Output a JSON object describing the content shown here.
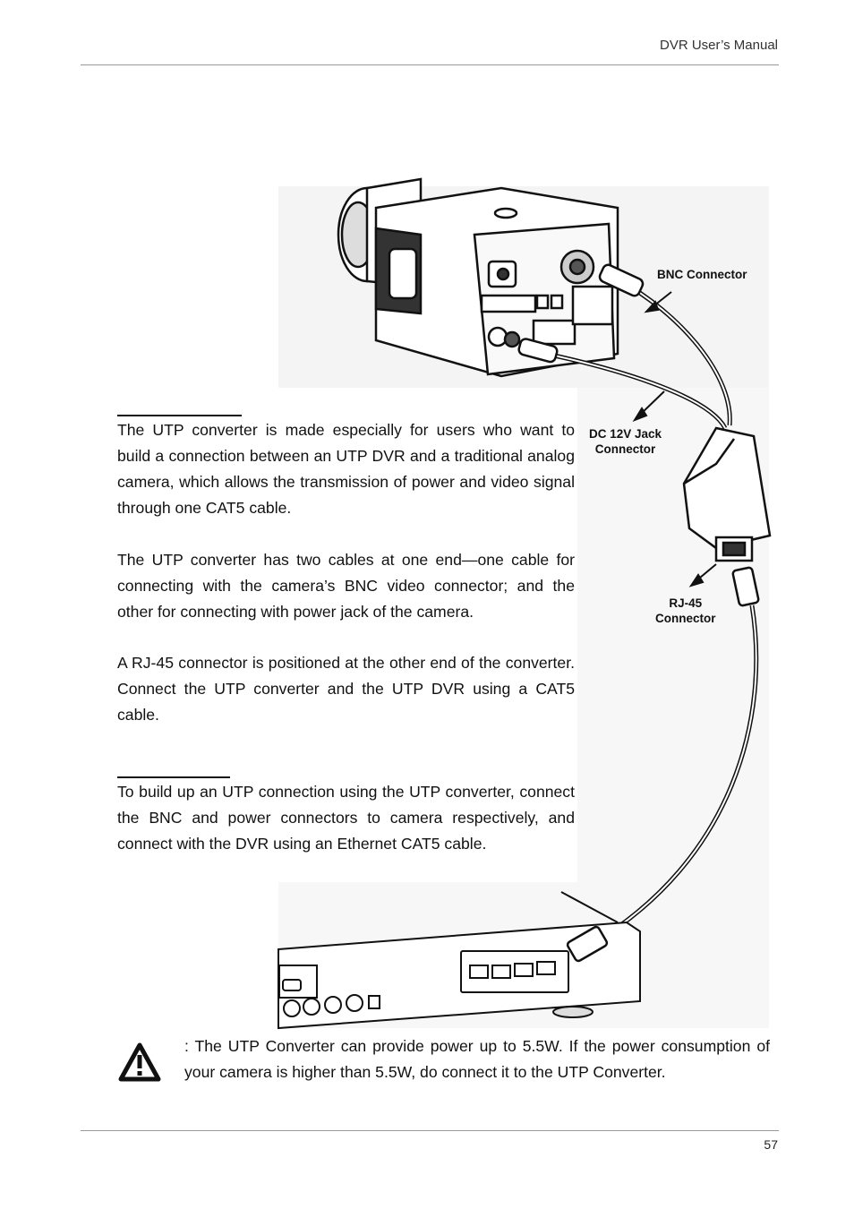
{
  "header": {
    "title": "DVR User’s Manual"
  },
  "paragraphs": {
    "p1": "The UTP converter is made especially for users who want to build a connection between an UTP DVR and a traditional analog camera, which allows the transmission of power and video signal through one CAT5 cable.",
    "p2": "The UTP converter has two cables at one end—one cable for connecting with the camera’s BNC video connector; and the other for connecting with power jack of the camera.",
    "p3": "A RJ-45 connector is positioned at the other end of the converter. Connect the UTP converter and the UTP DVR using a CAT5 cable.",
    "p4": "To build up an UTP connection using the UTP converter, connect the BNC and power connectors to camera respectively, and connect with the DVR using an Ethernet CAT5 cable."
  },
  "figure": {
    "labels": {
      "bnc": "BNC Connector",
      "dc_line1": "DC 12V Jack",
      "dc_line2": "Connector",
      "rj_line1": "RJ-45",
      "rj_line2": "Connector"
    }
  },
  "note": {
    "icon": "warning-triangle-icon",
    "text": ": The UTP Converter can provide power up to 5.5W. If the power consumption of your camera is higher than 5.5W, do          connect it to the UTP Converter."
  },
  "footer": {
    "page_number": "57"
  }
}
